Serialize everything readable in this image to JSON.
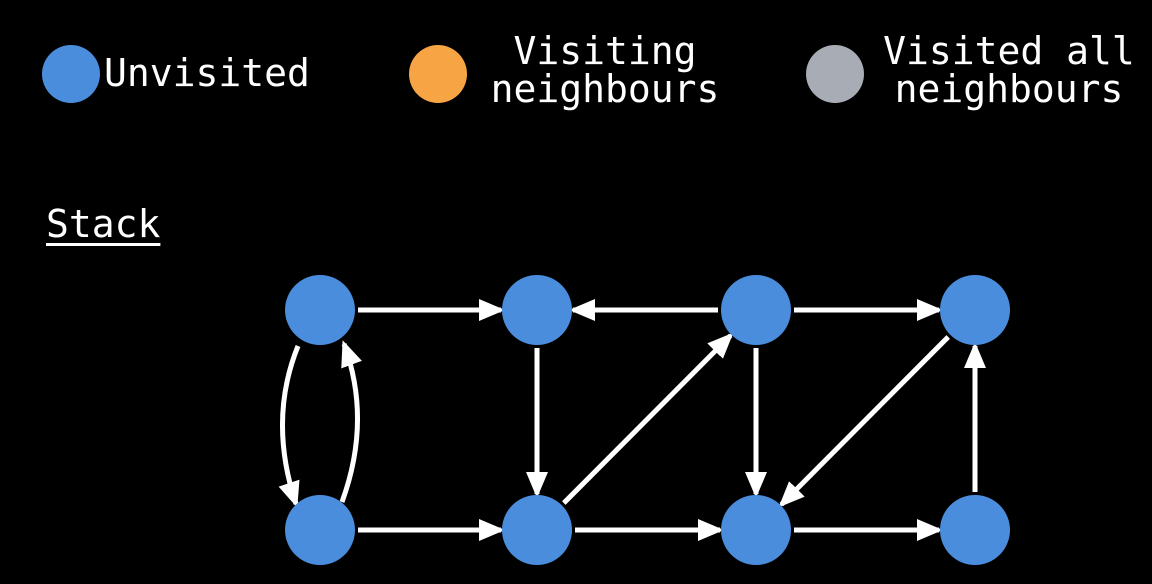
{
  "legend": [
    {
      "label": "Unvisited",
      "color": "#4A8DDC"
    },
    {
      "label": "Visiting\nneighbours",
      "color": "#F7A544"
    },
    {
      "label": "Visited all\nneighbours",
      "color": "#A8ADB5"
    }
  ],
  "stack": {
    "label": "Stack"
  },
  "graph": {
    "node_color": "#4A8DDC",
    "edge_color": "#FFFFFF",
    "nodes": [
      "n1",
      "n2",
      "n3",
      "n4",
      "n5",
      "n6",
      "n7",
      "n8"
    ],
    "edges": [
      {
        "from": "n1",
        "to": "n2"
      },
      {
        "from": "n3",
        "to": "n2"
      },
      {
        "from": "n3",
        "to": "n4"
      },
      {
        "from": "n2",
        "to": "n6"
      },
      {
        "from": "n3",
        "to": "n7"
      },
      {
        "from": "n4",
        "to": "n7"
      },
      {
        "from": "n6",
        "to": "n3"
      },
      {
        "from": "n1",
        "to": "n5"
      },
      {
        "from": "n5",
        "to": "n1"
      },
      {
        "from": "n5",
        "to": "n6"
      },
      {
        "from": "n6",
        "to": "n7"
      },
      {
        "from": "n7",
        "to": "n8"
      },
      {
        "from": "n8",
        "to": "n4"
      }
    ]
  }
}
